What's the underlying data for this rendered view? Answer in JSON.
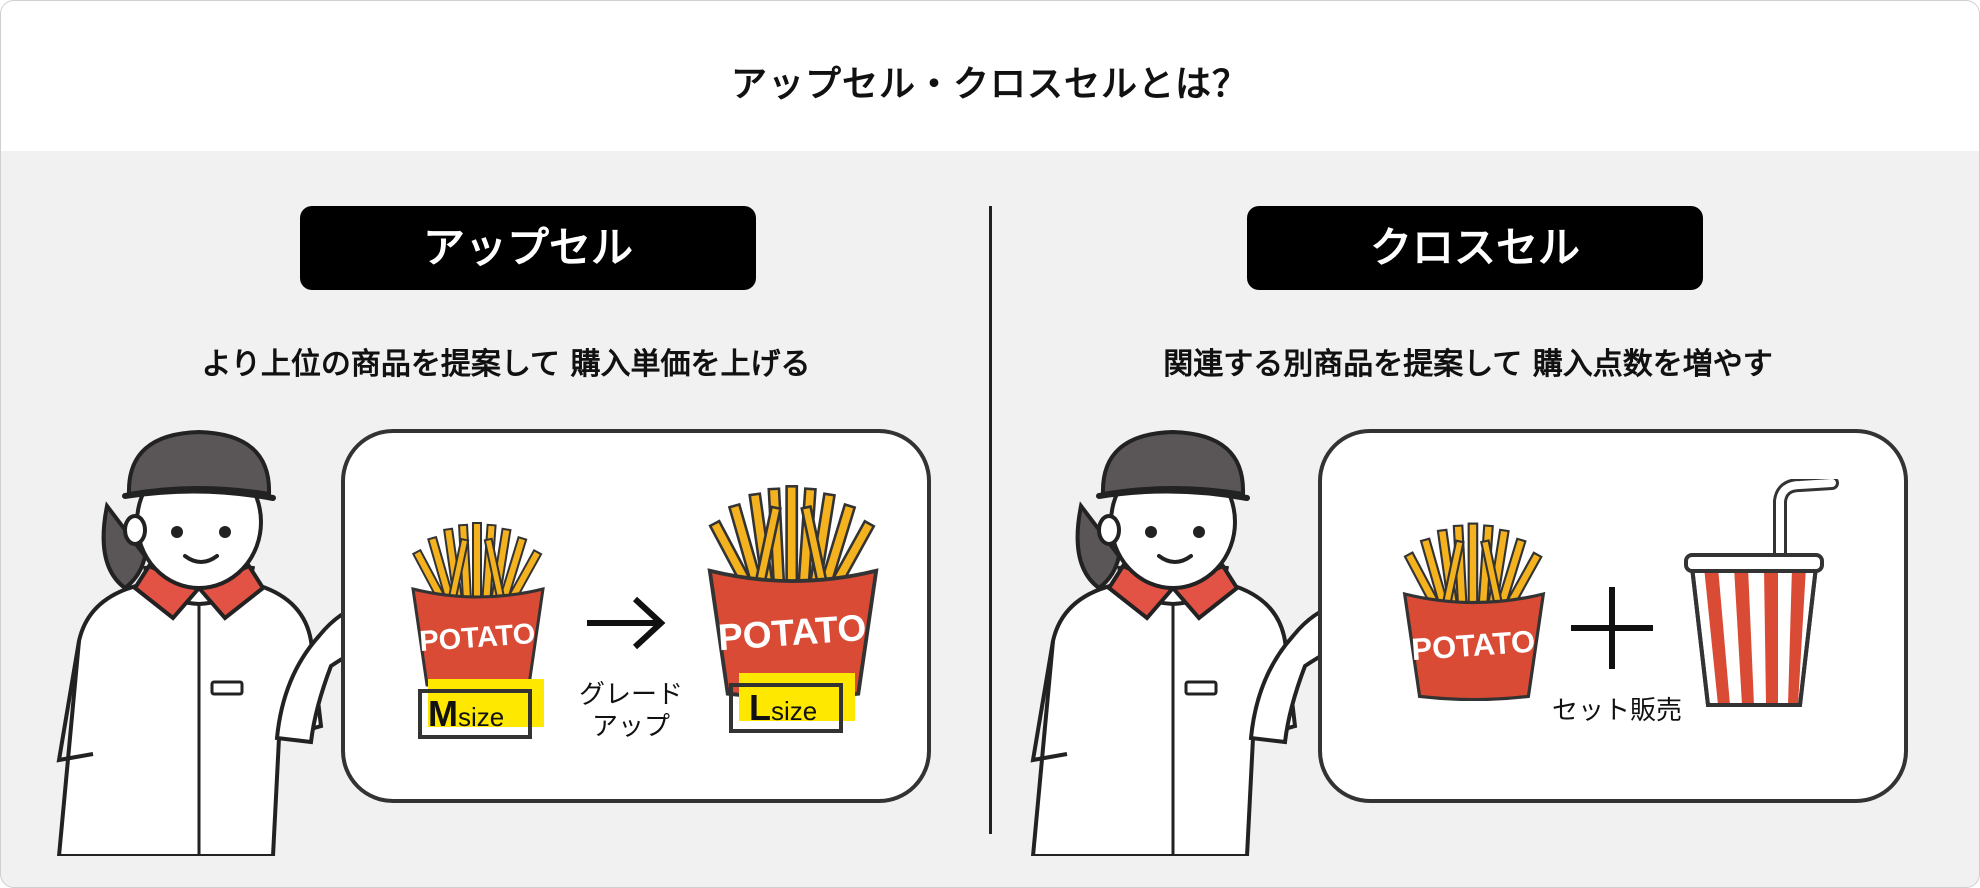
{
  "title": "アップセル・クロスセルとは？",
  "upsell": {
    "heading": "アップセル",
    "description": "より上位の商品を提案して 購入単価を上げる",
    "item_small_text": "POTATO",
    "item_large_text": "POTATO",
    "size_small": {
      "letter": "M",
      "suffix": "size"
    },
    "size_large": {
      "letter": "L",
      "suffix": "size"
    },
    "action_line1": "グレード",
    "action_line2": "アップ"
  },
  "crosssell": {
    "heading": "クロスセル",
    "description": "関連する別商品を提案して 購入点数を増やす",
    "item_text": "POTATO",
    "action": "セット販売"
  },
  "colors": {
    "fries_box": "#d94b34",
    "fries": "#f3b21e",
    "highlight": "#ffe800",
    "collar": "#e25245",
    "cap": "#5a5556"
  }
}
